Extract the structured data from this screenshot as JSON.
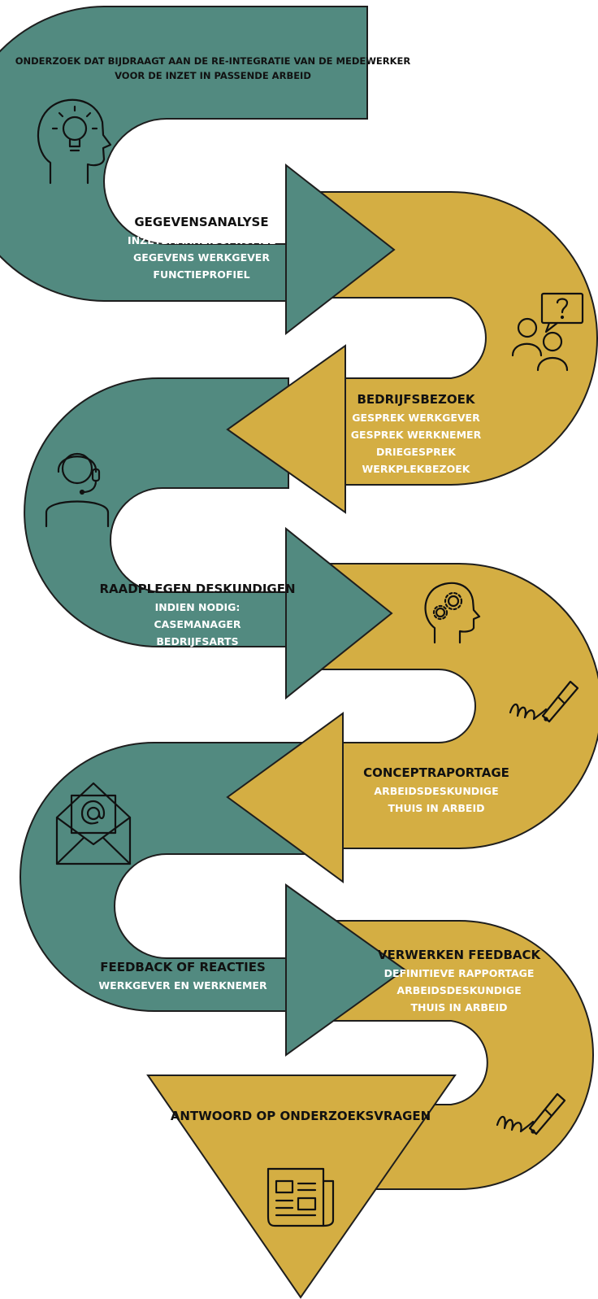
{
  "colors": {
    "teal": "#528a80",
    "gold": "#d4ae43",
    "outline": "#1e1e1e",
    "text_dark": "#111111",
    "text_light": "#ffffff"
  },
  "intro": {
    "line1": "ONDERZOEK DAT BIJDRAAGT AAN DE RE-INTEGRATIE VAN DE MEDEWERKER",
    "line2": "VOOR DE INZET IN PASSENDE ARBEID"
  },
  "steps": [
    {
      "title": "GEGEVENSANALYSE",
      "lines": [
        "INZETBAARHEIDSPROFIEL",
        "GEGEVENS WERKGEVER",
        "FUNCTIEPROFIEL"
      ]
    },
    {
      "title": "BEDRIJFSBEZOEK",
      "lines": [
        "GESPREK WERKGEVER",
        "GESPREK WERKNEMER",
        "DRIEGESPREK",
        "WERKPLEKBEZOEK"
      ]
    },
    {
      "title": "RAADPLEGEN DESKUNDIGEN",
      "lines": [
        "INDIEN NODIG:",
        "CASEMANAGER",
        "BEDRIJFSARTS"
      ]
    },
    {
      "title": "CONCEPTRAPORTAGE",
      "lines": [
        "ARBEIDSDESKUNDIGE",
        "THUIS IN ARBEID"
      ]
    },
    {
      "title": "FEEDBACK OF REACTIES",
      "lines": [
        "WERKGEVER EN WERKNEMER"
      ]
    },
    {
      "title": "VERWERKEN FEEDBACK",
      "lines": [
        "DEFINITIEVE RAPPORTAGE",
        "ARBEIDSDESKUNDIGE",
        "THUIS IN ARBEID"
      ]
    }
  ],
  "final": {
    "title": "ANTWOORD OP ONDERZOEKSVRAGEN"
  },
  "icons": [
    "lightbulb-head-icon",
    "conversation-question-icon",
    "headset-person-icon",
    "gears-head-icon",
    "fountain-pen-signature-icon",
    "envelope-at-icon",
    "fountain-pen-signature-icon",
    "newspaper-icon"
  ]
}
